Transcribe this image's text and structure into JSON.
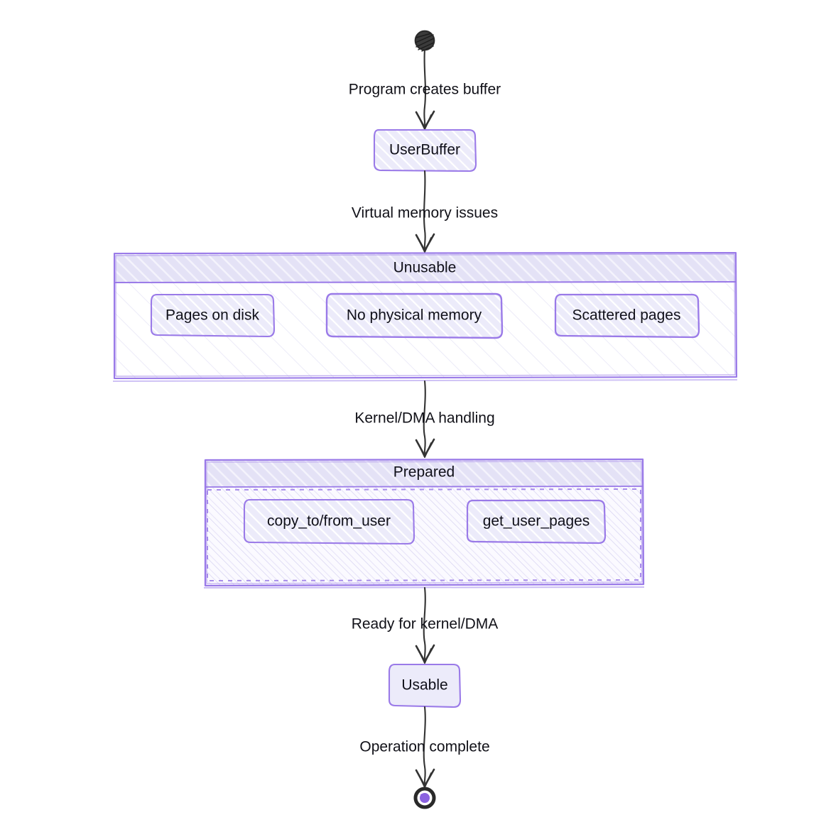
{
  "diagram": {
    "type": "state-diagram",
    "title": "",
    "background_color": "#ffffff",
    "accent_color": "#9a7ae8",
    "node_fill_color": "#ecebfa",
    "header_fill_color": "#e3e1f5",
    "text_color": "#101019",
    "edge_color": "#333333",
    "start_node": {
      "name": "start",
      "label": "",
      "shape": "filled-circle",
      "color": "#2b2b2b"
    },
    "end_node": {
      "name": "end",
      "label": "",
      "shape": "bullseye-circle",
      "ring_color": "#2b2b2b",
      "core_color": "#8b62e0"
    },
    "nodes": [
      {
        "id": "UserBuffer",
        "label": "UserBuffer",
        "kind": "simple-state",
        "fill": "hatched"
      },
      {
        "id": "Unusable",
        "label": "Unusable",
        "kind": "composite-state",
        "children": [
          {
            "id": "PagesOnDisk",
            "label": "Pages on disk"
          },
          {
            "id": "NoPhysicalMemory",
            "label": "No physical memory"
          },
          {
            "id": "ScatteredPages",
            "label": "Scattered pages"
          }
        ]
      },
      {
        "id": "Prepared",
        "label": "Prepared",
        "kind": "composite-state",
        "children": [
          {
            "id": "CopyToFromUser",
            "label": "copy_to/from_user"
          },
          {
            "id": "GetUserPages",
            "label": "get_user_pages"
          }
        ]
      },
      {
        "id": "Usable",
        "label": "Usable",
        "kind": "simple-state",
        "fill": "solid"
      }
    ],
    "edges": [
      {
        "id": "e1",
        "from": "start",
        "to": "UserBuffer",
        "label": "Program creates buffer"
      },
      {
        "id": "e2",
        "from": "UserBuffer",
        "to": "Unusable",
        "label": "Virtual memory issues"
      },
      {
        "id": "e3",
        "from": "Unusable",
        "to": "Prepared",
        "label": "Kernel/DMA handling"
      },
      {
        "id": "e4",
        "from": "Prepared",
        "to": "Usable",
        "label": "Ready for kernel/DMA"
      },
      {
        "id": "e5",
        "from": "Usable",
        "to": "end",
        "label": "Operation complete"
      }
    ]
  }
}
